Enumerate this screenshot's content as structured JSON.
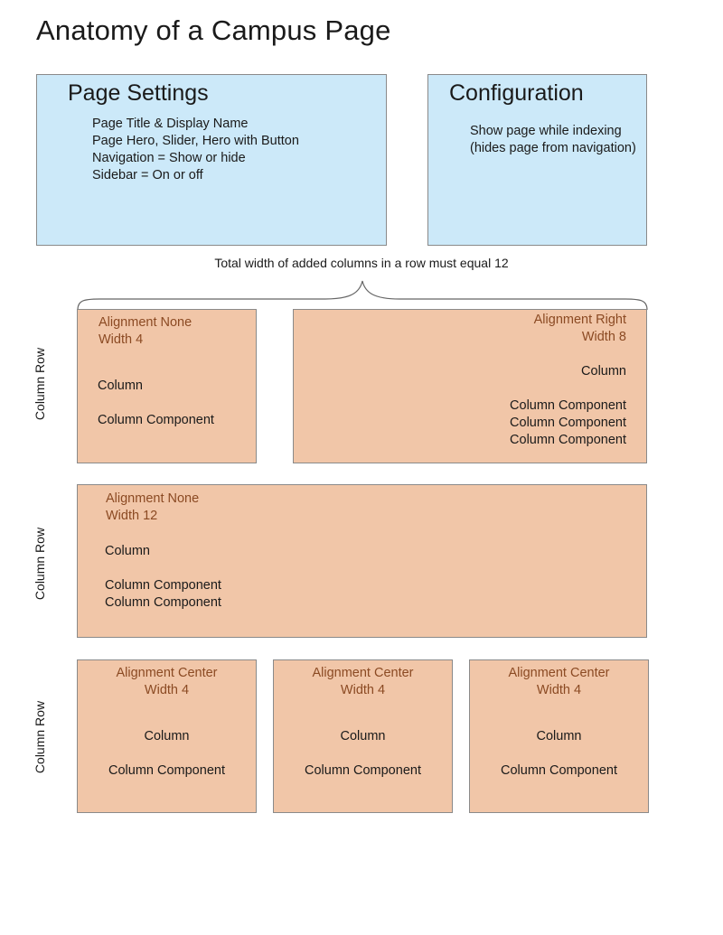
{
  "title": "Anatomy of a Campus Page",
  "page_settings": {
    "heading": "Page Settings",
    "lines": [
      "Page Title & Display Name",
      "Page Hero, Slider, Hero with Button",
      "Navigation = Show or hide",
      "Sidebar = On or off"
    ]
  },
  "configuration": {
    "heading": "Configuration",
    "lines": [
      "Show page while indexing",
      "(hides page from navigation)"
    ]
  },
  "width_note": "Total width of added columns in a row must equal 12",
  "row_label": "Column Row",
  "rows": [
    {
      "columns": [
        {
          "alignment": "Alignment None",
          "width": "Width 4",
          "column": "Column",
          "components": [
            "Column Component"
          ]
        },
        {
          "alignment": "Alignment Right",
          "width": "Width 8",
          "column": "Column",
          "components": [
            "Column Component",
            "Column Component",
            "Column Component"
          ]
        }
      ]
    },
    {
      "columns": [
        {
          "alignment": "Alignment None",
          "width": "Width 12",
          "column": "Column",
          "components": [
            "Column Component",
            "Column Component"
          ]
        }
      ]
    },
    {
      "columns": [
        {
          "alignment": "Alignment Center",
          "width": "Width 4",
          "column": "Column",
          "components": [
            "Column Component"
          ]
        },
        {
          "alignment": "Alignment Center",
          "width": "Width 4",
          "column": "Column",
          "components": [
            "Column Component"
          ]
        },
        {
          "alignment": "Alignment Center",
          "width": "Width 4",
          "column": "Column",
          "components": [
            "Column Component"
          ]
        }
      ]
    }
  ]
}
